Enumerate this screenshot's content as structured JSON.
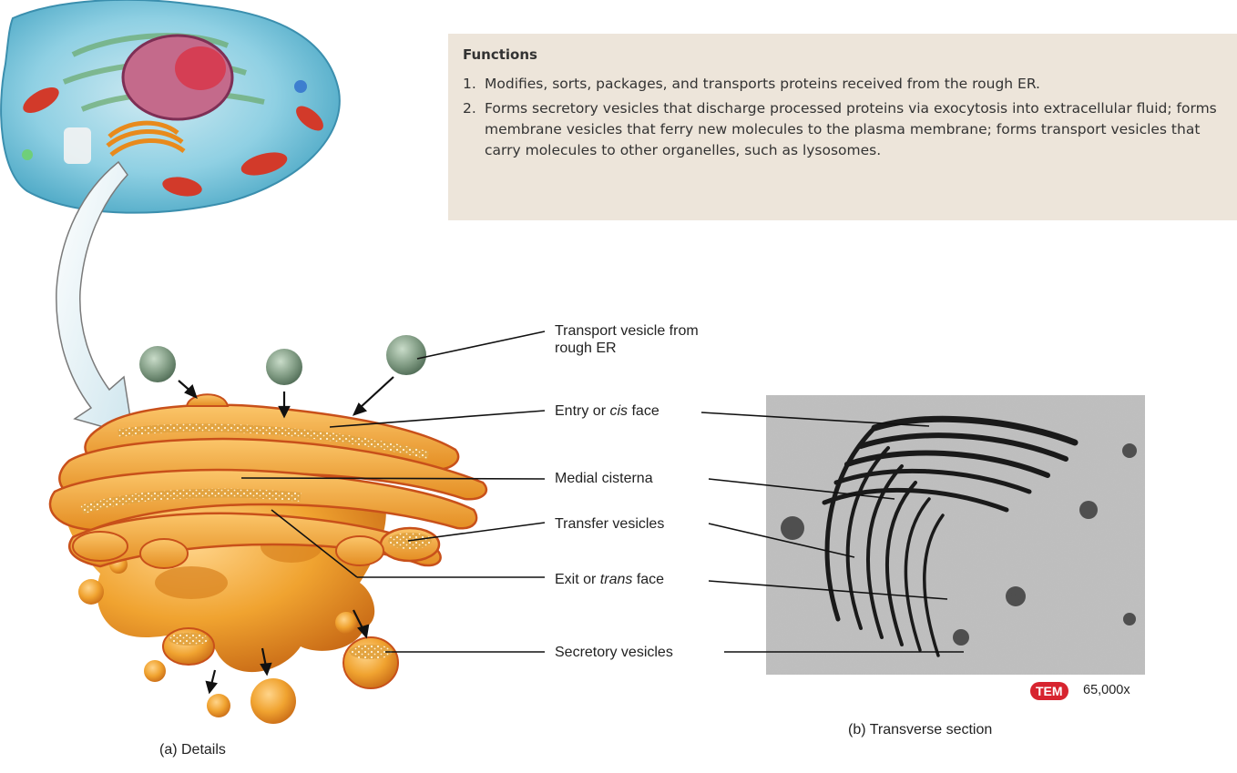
{
  "functions": {
    "heading": "Functions",
    "items": [
      {
        "num": "1.",
        "text": "Modifies, sorts, packages, and transports proteins received from the rough ER."
      },
      {
        "num": "2.",
        "text": "Forms secretory vesicles that discharge processed proteins via exocytosis into extracellular fluid; forms membrane vesicles that ferry new molecules to the plasma membrane; forms transport vesicles that carry molecules to other organelles, such as lysosomes."
      }
    ]
  },
  "labels": {
    "transport_vesicle": "Transport vesicle from rough ER",
    "entry_prefix": "Entry or ",
    "entry_italic": "cis",
    "entry_suffix": " face",
    "medial": "Medial cisterna",
    "transfer": "Transfer vesicles",
    "exit_prefix": "Exit or ",
    "exit_italic": "trans",
    "exit_suffix": " face",
    "secretory": "Secretory vesicles"
  },
  "captions": {
    "a": "(a) Details",
    "b": "(b) Transverse section"
  },
  "micrograph": {
    "badge": "TEM",
    "magnification": "65,000x"
  },
  "colors": {
    "golgi": "#f0a330",
    "golgi_edge": "#c8501a",
    "vesicle": "#7f9a82",
    "cell": "#6cc0d8",
    "tem_badge": "#d7242f",
    "box": "#ede5da"
  }
}
